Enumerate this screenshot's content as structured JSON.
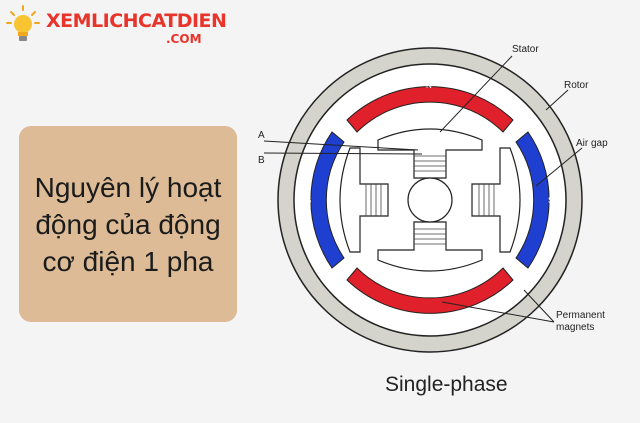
{
  "logo": {
    "icon": "lightbulb-icon",
    "brand": "XEMLICHCATDIEN",
    "suffix": ".COM",
    "color": "#e8342a"
  },
  "title": "Nguyên lý hoạt động của động cơ điện 1 pha",
  "diagram": {
    "labels": {
      "stator": "Stator",
      "rotor": "Rotor",
      "air_gap": "Air gap",
      "permanent_magnets": "Permanent magnets",
      "terminal_a": "A",
      "terminal_b": "B"
    },
    "poles": {
      "north": "N",
      "south": "S"
    },
    "colors": {
      "north_magnet": "#e0202a",
      "south_magnet": "#1f3fd0",
      "outer_ring": "#d4d4cc"
    },
    "caption": "Single-phase"
  }
}
